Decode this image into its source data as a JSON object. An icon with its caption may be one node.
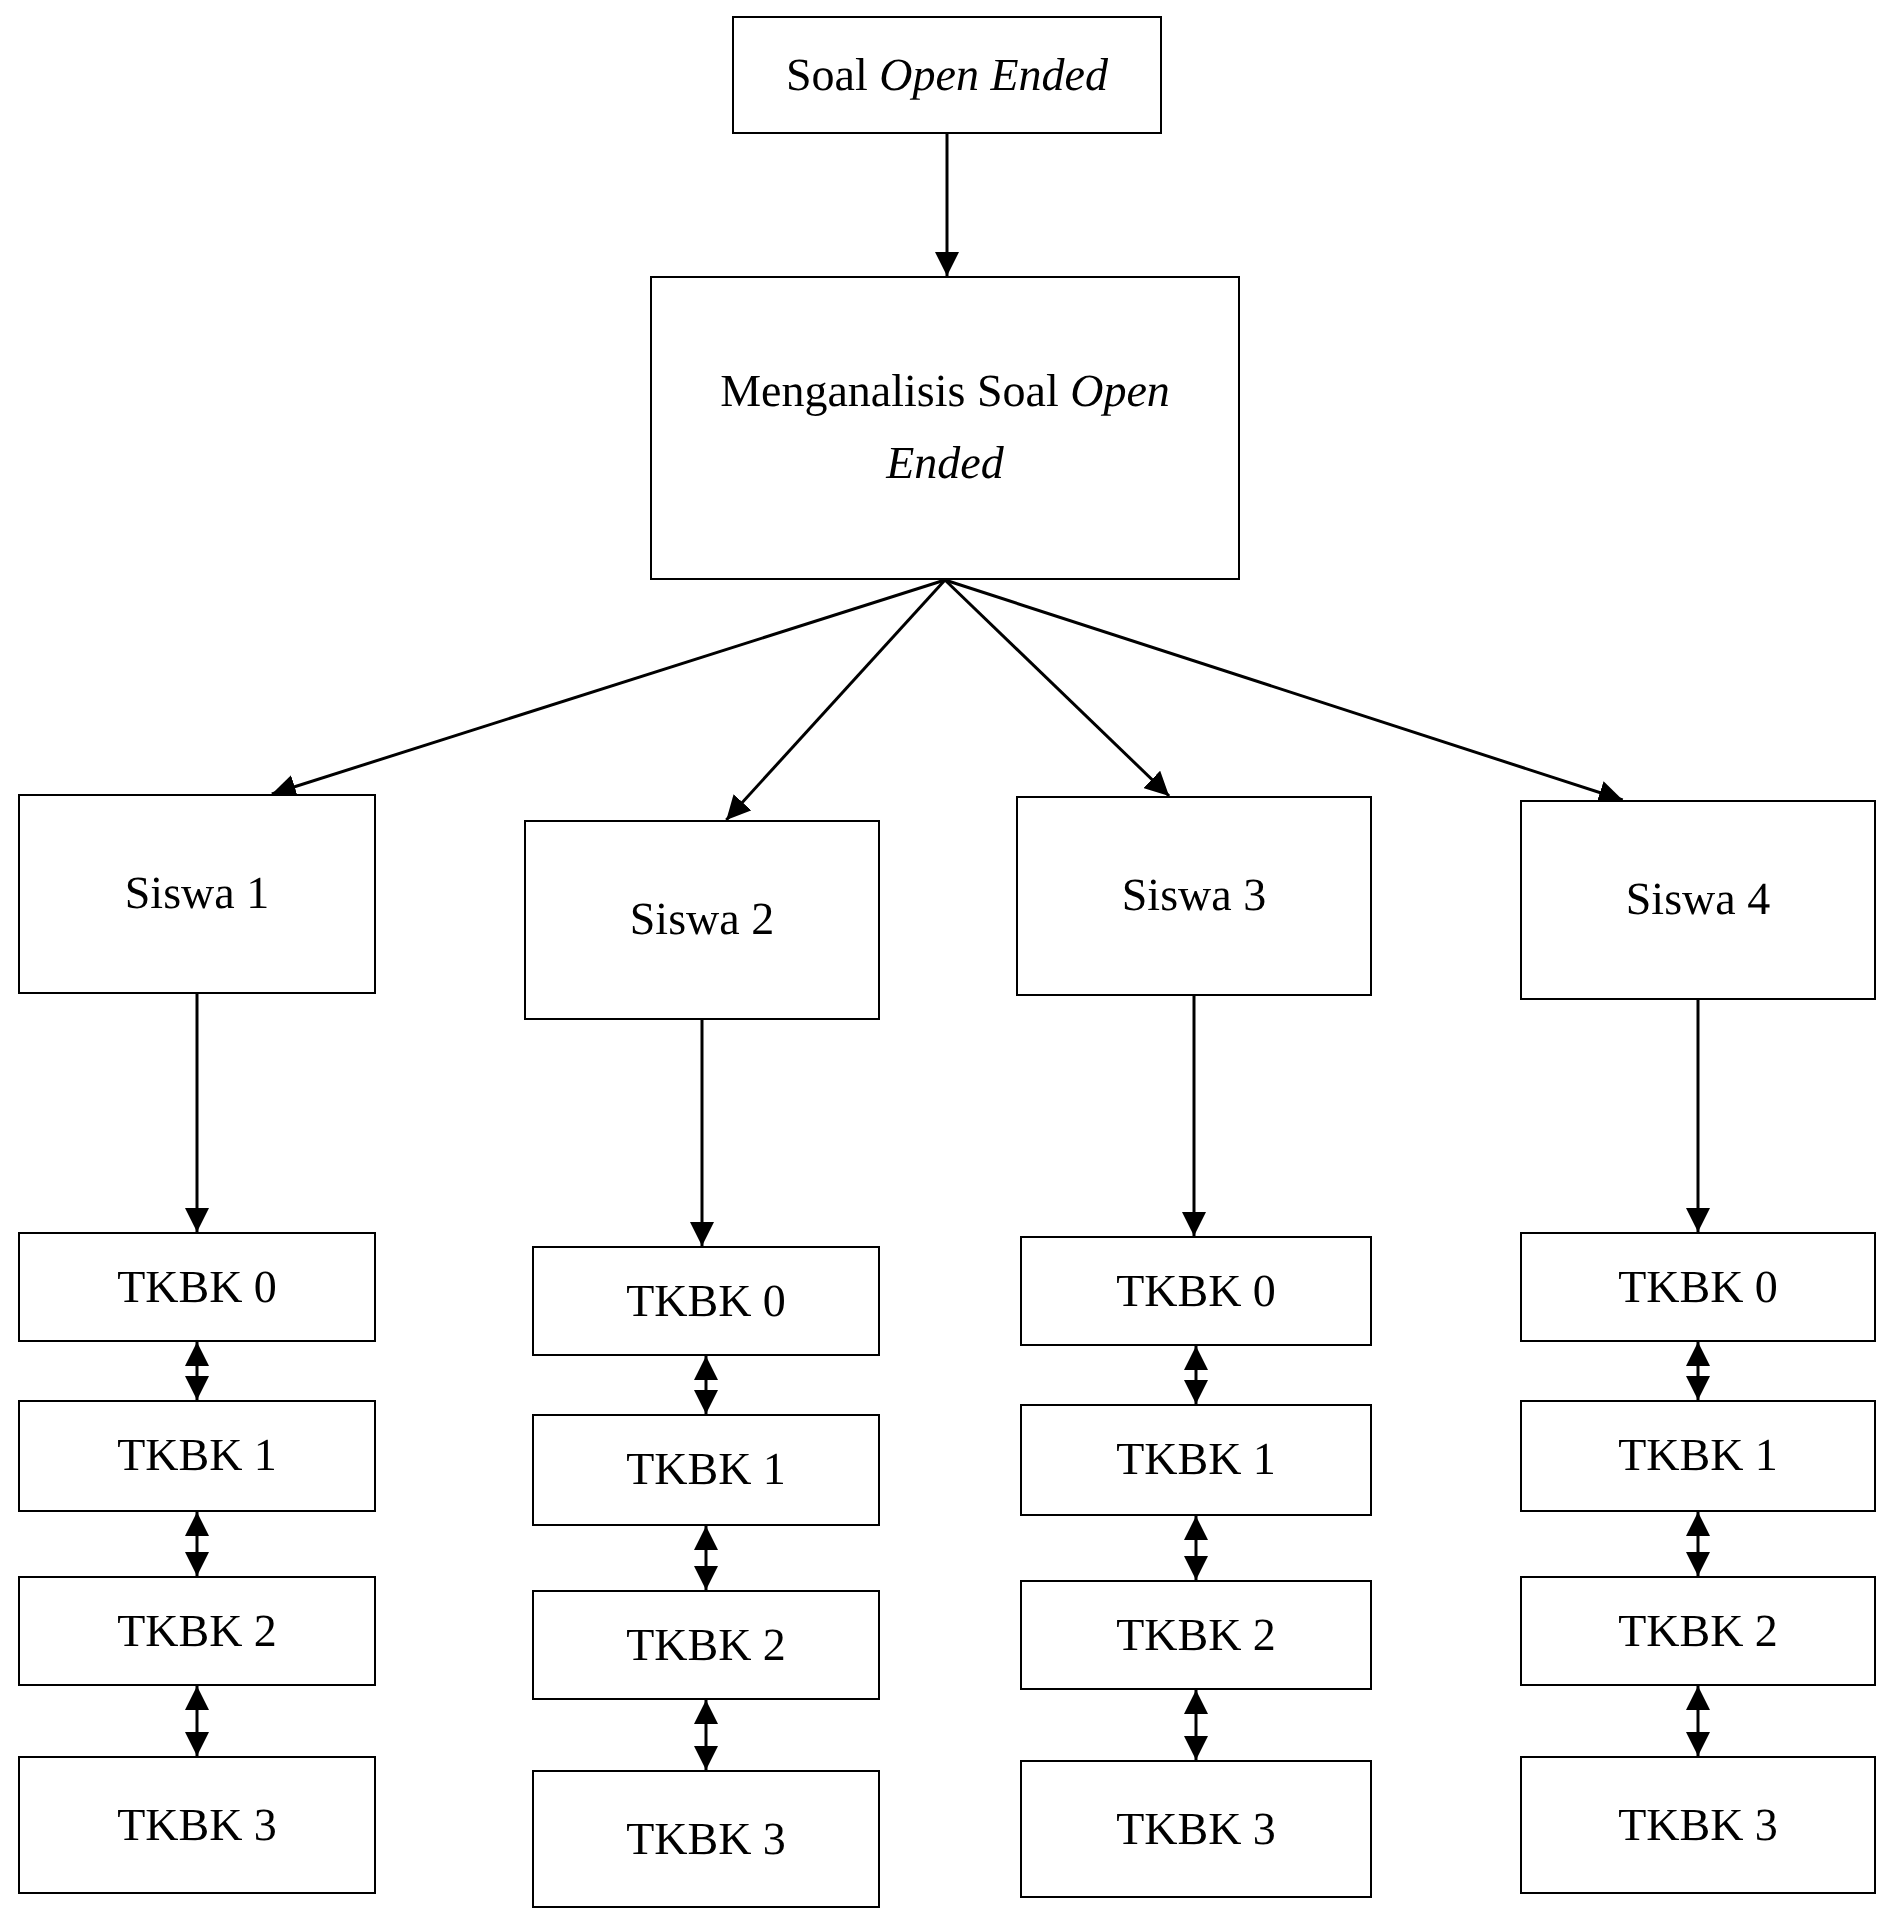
{
  "diagram": {
    "nodes": [
      {
        "text": [
          "Soal *Open Ended*"
        ]
      },
      {
        "text": [
          "Menganalisis Soal *Open Ended*"
        ]
      },
      {
        "text": [
          "Siswa 1"
        ]
      },
      {
        "text": [
          "Siswa 2"
        ]
      },
      {
        "text": [
          "Siswa 3"
        ]
      },
      {
        "text": [
          "Siswa 4"
        ]
      },
      {
        "text": [
          "TKBK 0"
        ]
      },
      {
        "text": [
          "TKBK 0"
        ]
      },
      {
        "text": [
          "TKBK 0"
        ]
      },
      {
        "text": [
          "TKBK 0"
        ]
      },
      {
        "text": [
          "TKBK 1"
        ]
      },
      {
        "text": [
          "TKBK 1"
        ]
      },
      {
        "text": [
          "TKBK 1"
        ]
      },
      {
        "text": [
          "TKBK 1"
        ]
      },
      {
        "text": [
          "TKBK 2"
        ]
      },
      {
        "text": [
          "TKBK 2"
        ]
      },
      {
        "text": [
          "TKBK 2"
        ]
      },
      {
        "text": [
          "TKBK 2"
        ]
      },
      {
        "text": [
          "TKBK 3"
        ]
      },
      {
        "text": [
          "TKBK 3"
        ]
      },
      {
        "text": [
          "TKBK 3"
        ]
      },
      {
        "text": [
          "TKBK 3"
        ]
      }
    ],
    "edges": [
      {
        "from": 0,
        "to": 1,
        "arrow": "to"
      },
      {
        "from": 1,
        "to": 2,
        "arrow": "to"
      },
      {
        "from": 1,
        "to": 3,
        "arrow": "to"
      },
      {
        "from": 1,
        "to": 4,
        "arrow": "to"
      },
      {
        "from": 1,
        "to": 5,
        "arrow": "to"
      },
      {
        "from": 2,
        "to": 6,
        "arrow": "to"
      },
      {
        "from": 3,
        "to": 7,
        "arrow": "to"
      },
      {
        "from": 4,
        "to": 8,
        "arrow": "to"
      },
      {
        "from": 5,
        "to": 9,
        "arrow": "to"
      },
      {
        "from": 6,
        "to": 10,
        "arrow": "both"
      },
      {
        "from": 7,
        "to": 11,
        "arrow": "both"
      },
      {
        "from": 8,
        "to": 12,
        "arrow": "both"
      },
      {
        "from": 9,
        "to": 13,
        "arrow": "both"
      },
      {
        "from": 10,
        "to": 14,
        "arrow": "both"
      },
      {
        "from": 11,
        "to": 15,
        "arrow": "both"
      },
      {
        "from": 12,
        "to": 16,
        "arrow": "both"
      },
      {
        "from": 13,
        "to": 17,
        "arrow": "both"
      },
      {
        "from": 14,
        "to": 18,
        "arrow": "both"
      },
      {
        "from": 15,
        "to": 19,
        "arrow": "both"
      },
      {
        "from": 16,
        "to": 20,
        "arrow": "both"
      },
      {
        "from": 17,
        "to": 21,
        "arrow": "both"
      }
    ]
  }
}
